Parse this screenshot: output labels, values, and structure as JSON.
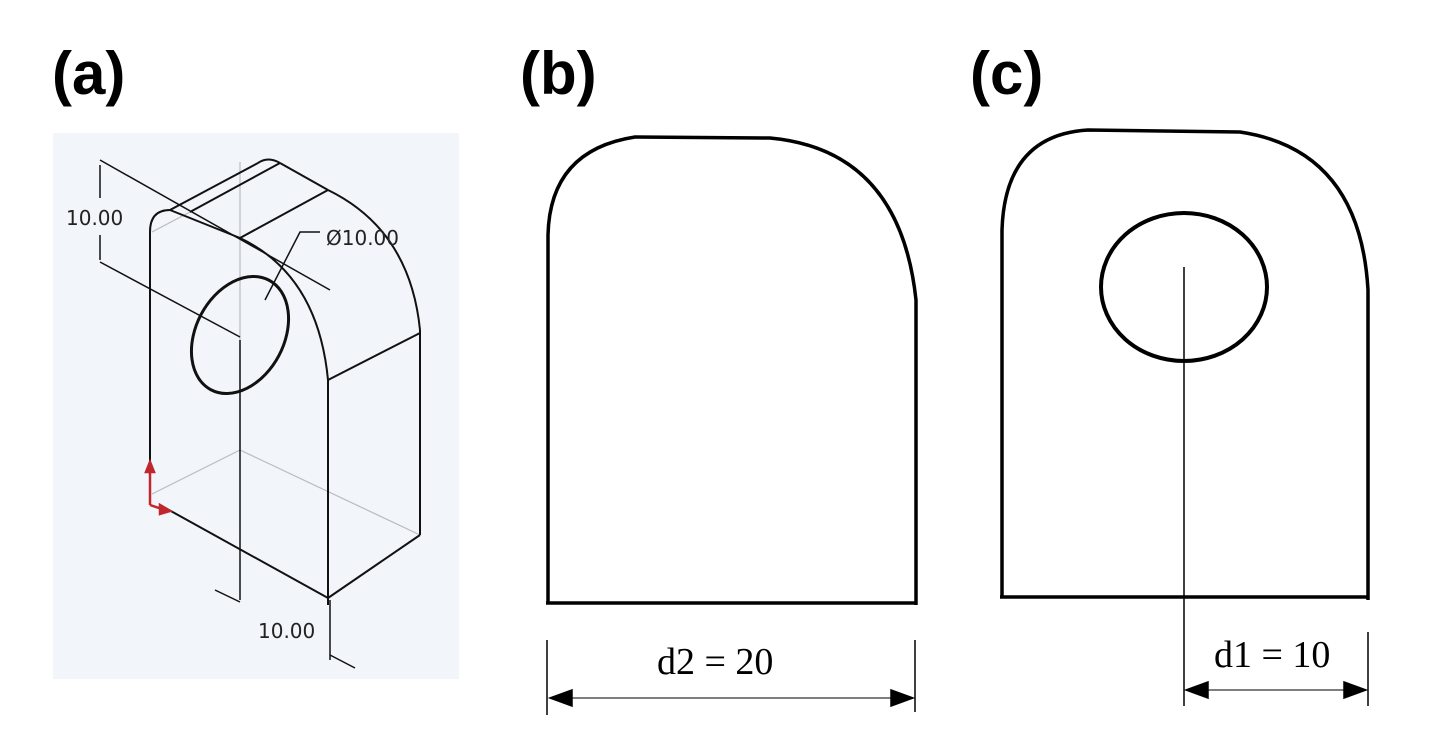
{
  "panels": {
    "a": {
      "label": "(a)",
      "description": "Isometric 3D view of bracket part with hole",
      "dimensions": {
        "height": "10.00",
        "hole_diameter": "Ø10.00",
        "width": "10.00"
      },
      "background_color": "#f2f5f9"
    },
    "b": {
      "label": "(b)",
      "description": "Front profile without hole",
      "dimension_label": "d2 = 20"
    },
    "c": {
      "label": "(c)",
      "description": "Front profile with hole",
      "dimension_label": "d1 = 10"
    }
  },
  "colors": {
    "line": "#000000",
    "axis_triad": "#c0272d",
    "hidden_line": "#b8bcc2"
  }
}
